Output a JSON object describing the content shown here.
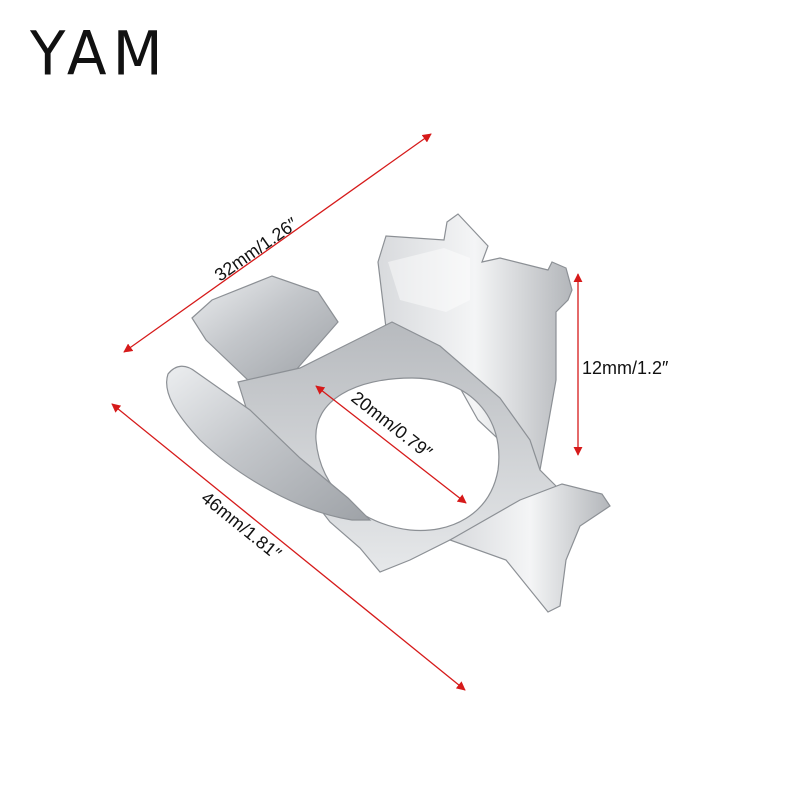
{
  "brand": {
    "text": "YAM"
  },
  "product": {
    "icon": "metal-bulb-holder-clip"
  },
  "dimensions": {
    "top_width": "32mm/1.26″",
    "inner_diameter": "20mm/0.79″",
    "height": "12mm/1.2″",
    "bottom_width": "46mm/1.81″"
  },
  "colors": {
    "arrow": "#d61a1a",
    "metal": "#c9cbce"
  }
}
